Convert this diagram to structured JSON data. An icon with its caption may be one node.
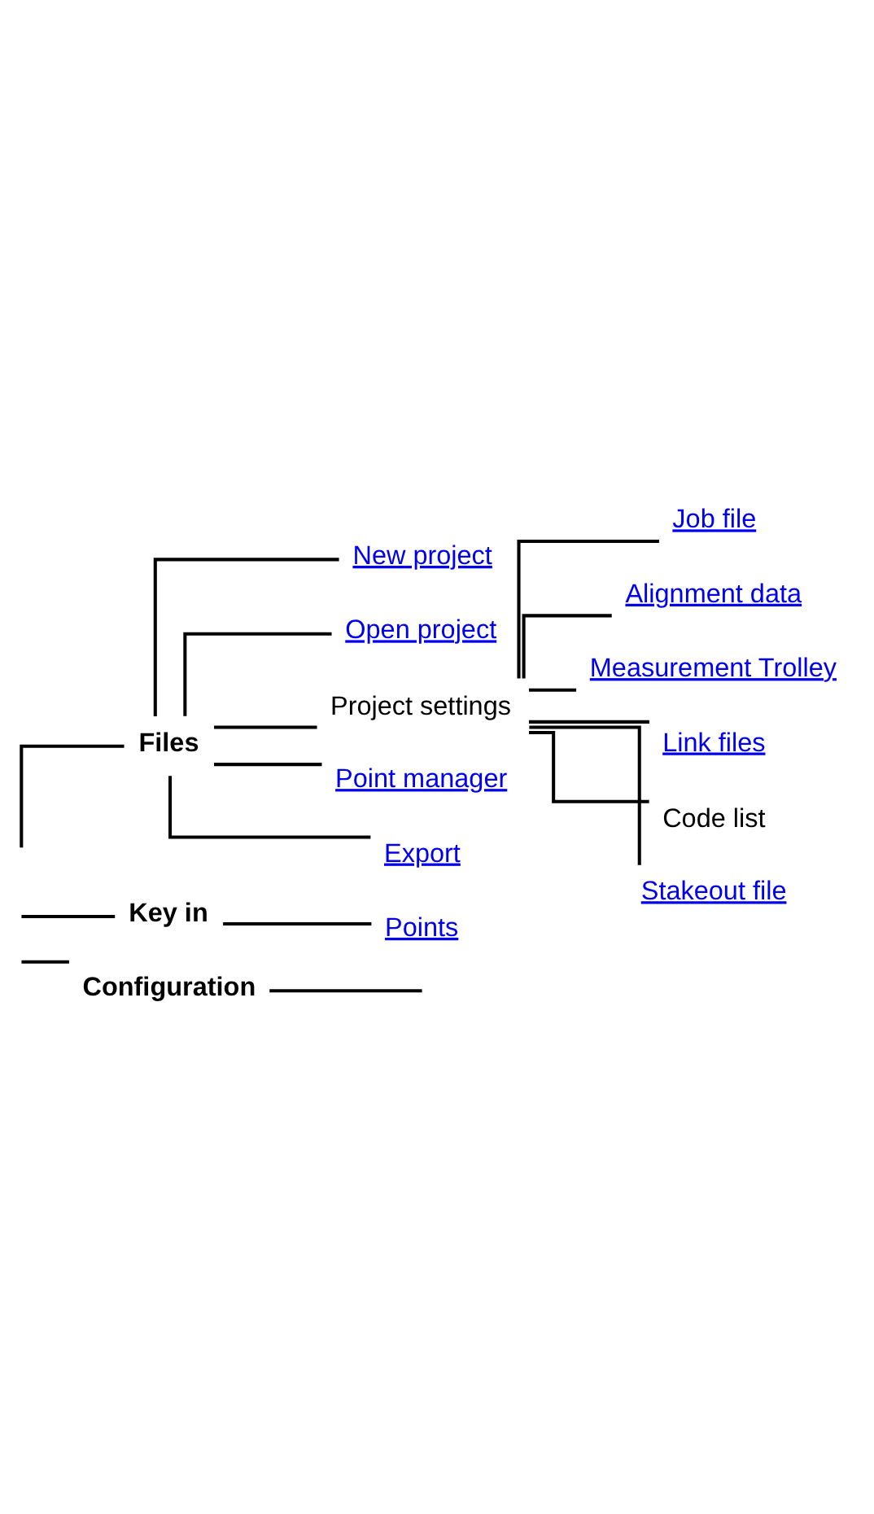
{
  "diagram": {
    "nodes": [
      {
        "text": [
          "Files"
        ]
      },
      {
        "text": [
          "New project"
        ]
      },
      {
        "text": [
          "Open project"
        ]
      },
      {
        "text": [
          "Project settings"
        ]
      },
      {
        "text": [
          "Job file"
        ]
      },
      {
        "text": [
          "Alignment data"
        ]
      },
      {
        "text": [
          "Measurement Trolley"
        ]
      },
      {
        "text": [
          "Link files"
        ]
      },
      {
        "text": [
          "Code list"
        ]
      },
      {
        "text": [
          "Stakeout file"
        ]
      },
      {
        "text": [
          "Point manager"
        ]
      },
      {
        "text": [
          "Export"
        ]
      },
      {
        "text": [
          "Key in"
        ]
      },
      {
        "text": [
          "Points"
        ]
      },
      {
        "text": [
          "Configuration"
        ]
      }
    ],
    "edges": [
      {
        "from": null,
        "to": 0,
        "arrow": "none"
      },
      {
        "from": 0,
        "to": 1,
        "arrow": "none"
      },
      {
        "from": 0,
        "to": 2,
        "arrow": "none"
      },
      {
        "from": 0,
        "to": 3,
        "arrow": "none"
      },
      {
        "from": 3,
        "to": 4,
        "arrow": "none"
      },
      {
        "from": 3,
        "to": 5,
        "arrow": "none"
      },
      {
        "from": 3,
        "to": 6,
        "arrow": "none"
      },
      {
        "from": 3,
        "to": 7,
        "arrow": "none"
      },
      {
        "from": 3,
        "to": 8,
        "arrow": "none"
      },
      {
        "from": 3,
        "to": 9,
        "arrow": "none"
      },
      {
        "from": 0,
        "to": 10,
        "arrow": "none"
      },
      {
        "from": 0,
        "to": 11,
        "arrow": "none"
      },
      {
        "from": null,
        "to": 12,
        "arrow": "none"
      },
      {
        "from": 12,
        "to": 13,
        "arrow": "none"
      },
      {
        "from": null,
        "to": 14,
        "arrow": "none"
      },
      {
        "from": 14,
        "to": null,
        "arrow": "none"
      }
    ]
  }
}
